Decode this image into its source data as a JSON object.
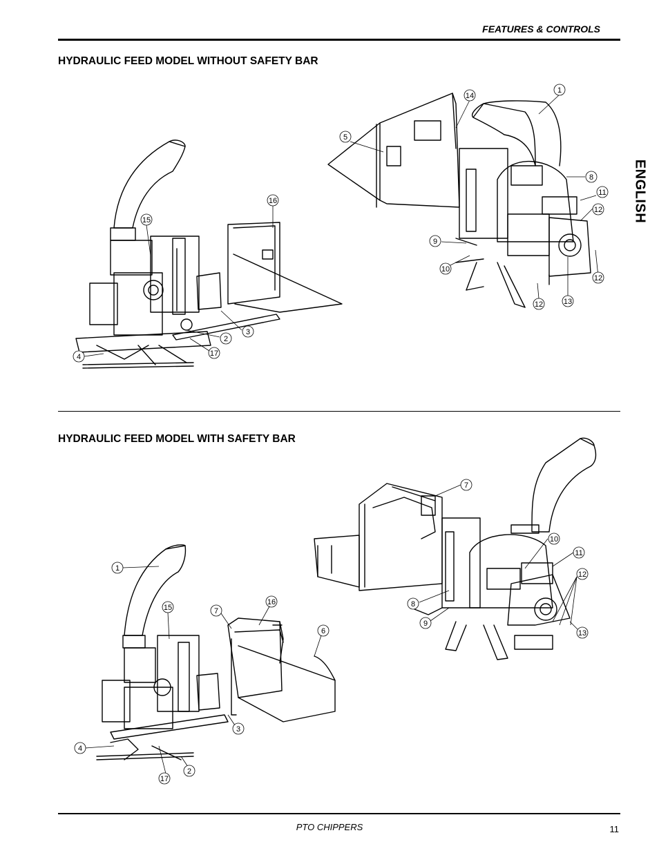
{
  "header": {
    "section": "FEATURES & CONTROLS"
  },
  "side_tab": {
    "language": "ENGLISH"
  },
  "figures": [
    {
      "title": "HYDRAULIC FEED MODEL WITHOUT SAFETY BAR",
      "callouts": [
        "1",
        "14",
        "5",
        "8",
        "11",
        "12",
        "9",
        "10",
        "12",
        "12",
        "13",
        "16",
        "15",
        "2",
        "3",
        "17",
        "4"
      ]
    },
    {
      "title": "HYDRAULIC FEED MODEL WITH SAFETY BAR",
      "callouts": [
        "7",
        "10",
        "11",
        "12",
        "8",
        "9",
        "13",
        "1",
        "15",
        "7",
        "16",
        "6",
        "3",
        "4",
        "2",
        "17"
      ]
    }
  ],
  "footer": {
    "title": "PTO CHIPPERS",
    "page": "11"
  }
}
